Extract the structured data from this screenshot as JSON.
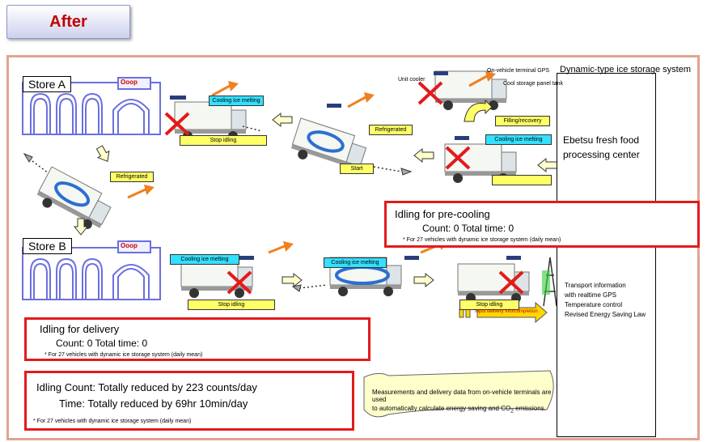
{
  "header": {
    "tab_label": "After"
  },
  "stores": {
    "a_label": "Store A",
    "b_label": "Store B",
    "sign_text": "Ooop"
  },
  "labels": {
    "cooling_ice_melting": "Cooling ice melting",
    "stop_idling": "Stop idling",
    "refrigerated": "Refrigerated",
    "start": "Start",
    "filling_recovery": "Filling/recovery",
    "input_delivery": "Input delivery info/completion",
    "unit_cooler": "Unit cooler",
    "on_vehicle_gps": "On-vehicle terminal GPS",
    "cool_storage_tank": "Cool storage panel tank"
  },
  "center": {
    "system_title": "Dynamic-type ice storage system",
    "facility_line1": "Ebetsu fresh food",
    "facility_line2": "processing center",
    "info_line1": "Transport information",
    "info_line2": "with realtime GPS",
    "info_line3": "Temperature control",
    "info_line4": "Revised Energy Saving Law"
  },
  "precooling": {
    "title": "Idling for pre-cooling",
    "stats": "Count: 0   Total time: 0",
    "note": "* For 27 vehicles with dynamic ice storage system (daily mean)"
  },
  "delivery": {
    "title": "Idling for delivery",
    "stats": "Count: 0   Total time: 0",
    "note": "* For 27 vehicles with dynamic ice storage system (daily mean)"
  },
  "summary": {
    "line1": "Idling Count: Totally reduced by 223 counts/day",
    "line2": "Time: Totally reduced by 69hr 10min/day",
    "note": "* For 27 vehicles with dynamic ice storage system (daily mean)"
  },
  "measurement": {
    "line1": "Measurements and delivery data from on-vehicle terminals are used",
    "line2_prefix": "to automatically calculate energy saving and CO",
    "line2_sub": "2",
    "line2_suffix": " emissions."
  },
  "colors": {
    "accent_red": "#e21b1b",
    "after_red": "#c00000",
    "store_blue": "#6b6fe0",
    "frame": "#e0a48f",
    "yellow": "#ffff66",
    "cyan": "#33e0ff"
  }
}
